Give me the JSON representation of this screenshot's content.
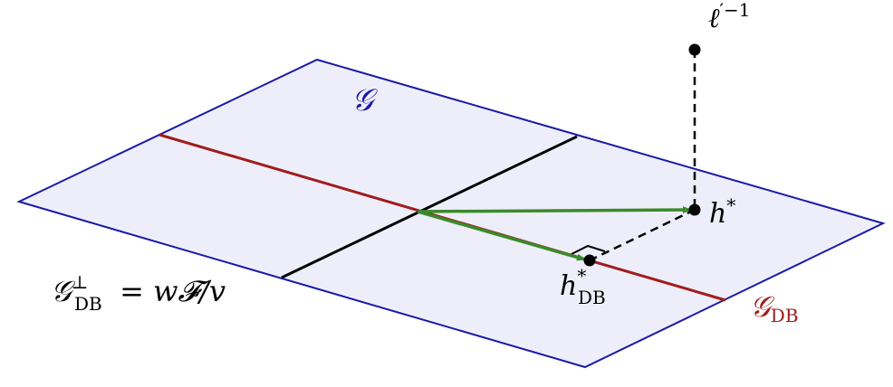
{
  "labels": {
    "plane_G": "𝒢",
    "point_ell": {
      "main": "ℓ",
      "sup": "′−1"
    },
    "point_h_star": {
      "main": "h",
      "sup": "*"
    },
    "point_h_db": {
      "main": "h",
      "sup": "*",
      "sub": "DB"
    },
    "subspace_G_db": {
      "main": "𝒢",
      "sub": "DB"
    },
    "complement": {
      "main": "𝒢",
      "sup": "⊥",
      "sub": "DB",
      "rest": " = w𝓕/v"
    }
  },
  "colors": {
    "plane_fill": "#eeeefa",
    "plane_edge": "#1a1aa8",
    "red_line": "#a01c1c",
    "black_line": "#000000",
    "green_arrow": "#3a8a2a",
    "label_blue": "#1a1aa8",
    "label_red": "#a01c1c",
    "label_black": "#000000"
  }
}
